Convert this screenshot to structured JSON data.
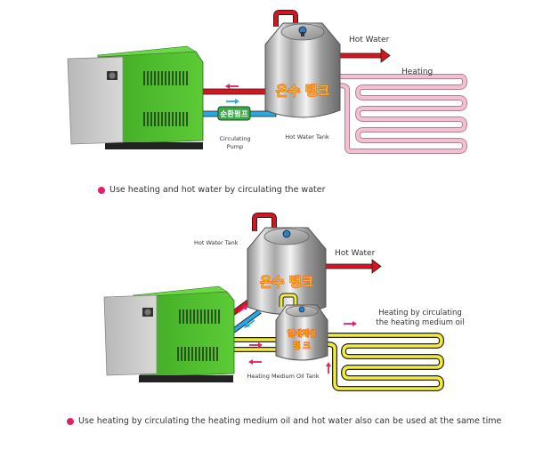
{
  "colors": {
    "bullet": "#e0206a",
    "hot_pipe": "#d8141e",
    "cold_pipe": "#2aa7e0",
    "heating_coil": "#f0b8c8",
    "oil_coil": "#f2ec3a",
    "boiler_green": "#4cbb2c",
    "arrow_pink": "#e0206a",
    "arrow_blue": "#30a8e0"
  },
  "diagram1": {
    "hot_water_label": "Hot Water",
    "heating_label": "Heating",
    "tank_korean": "온수 탱크",
    "tank_label": "Hot Water Tank",
    "pump_korean": "순환펌프",
    "pump_label_line1": "Circulating",
    "pump_label_line2": "Pump",
    "caption": "Use heating and hot water by circulating the water"
  },
  "diagram2": {
    "tank_label": "Hot Water Tank",
    "hot_water_label": "Hot Water",
    "tank_korean": "온수 탱크",
    "oil_tank_korean_line1": "열매체유",
    "oil_tank_korean_line2": "탱 크",
    "oil_tank_label": "Heating Medium Oil Tank",
    "heating_label_line1": "Heating by circulating",
    "heating_label_line2": "the heating medium oil",
    "caption": "Use heating by circulating the heating medium oil and hot water also can be used at the same time"
  }
}
